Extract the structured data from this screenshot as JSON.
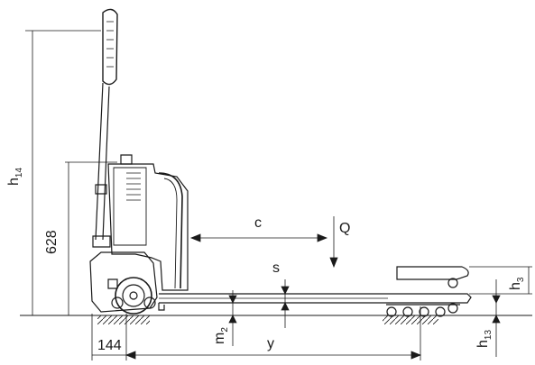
{
  "dims": {
    "h14": {
      "base": "h",
      "sub": "14"
    },
    "d628": {
      "base": "628"
    },
    "c": {
      "base": "c"
    },
    "Q": {
      "base": "Q"
    },
    "s": {
      "base": "s"
    },
    "h3": {
      "base": "h",
      "sub": "3"
    },
    "m2": {
      "base": "m",
      "sub": "2"
    },
    "h13": {
      "base": "h",
      "sub": "13"
    },
    "d144": {
      "base": "144"
    },
    "y": {
      "base": "y"
    }
  },
  "colors": {
    "line": "#1a1a1a",
    "background": "#ffffff"
  }
}
